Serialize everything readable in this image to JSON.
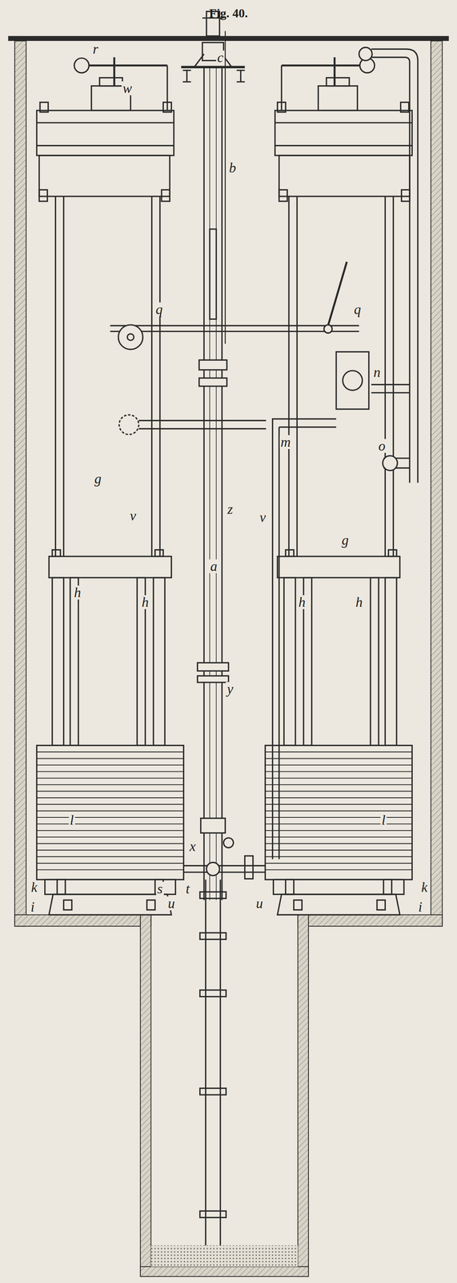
{
  "diagram": {
    "title": "Fig. 40.",
    "labels": [
      "c",
      "b",
      "r",
      "w",
      "q",
      "q",
      "n",
      "o",
      "g",
      "m",
      "z",
      "v",
      "v",
      "g",
      "a",
      "h",
      "h",
      "h",
      "h",
      "y",
      "l",
      "l",
      "x",
      "k",
      "s",
      "t",
      "u",
      "u",
      "k",
      "i",
      "i"
    ]
  }
}
